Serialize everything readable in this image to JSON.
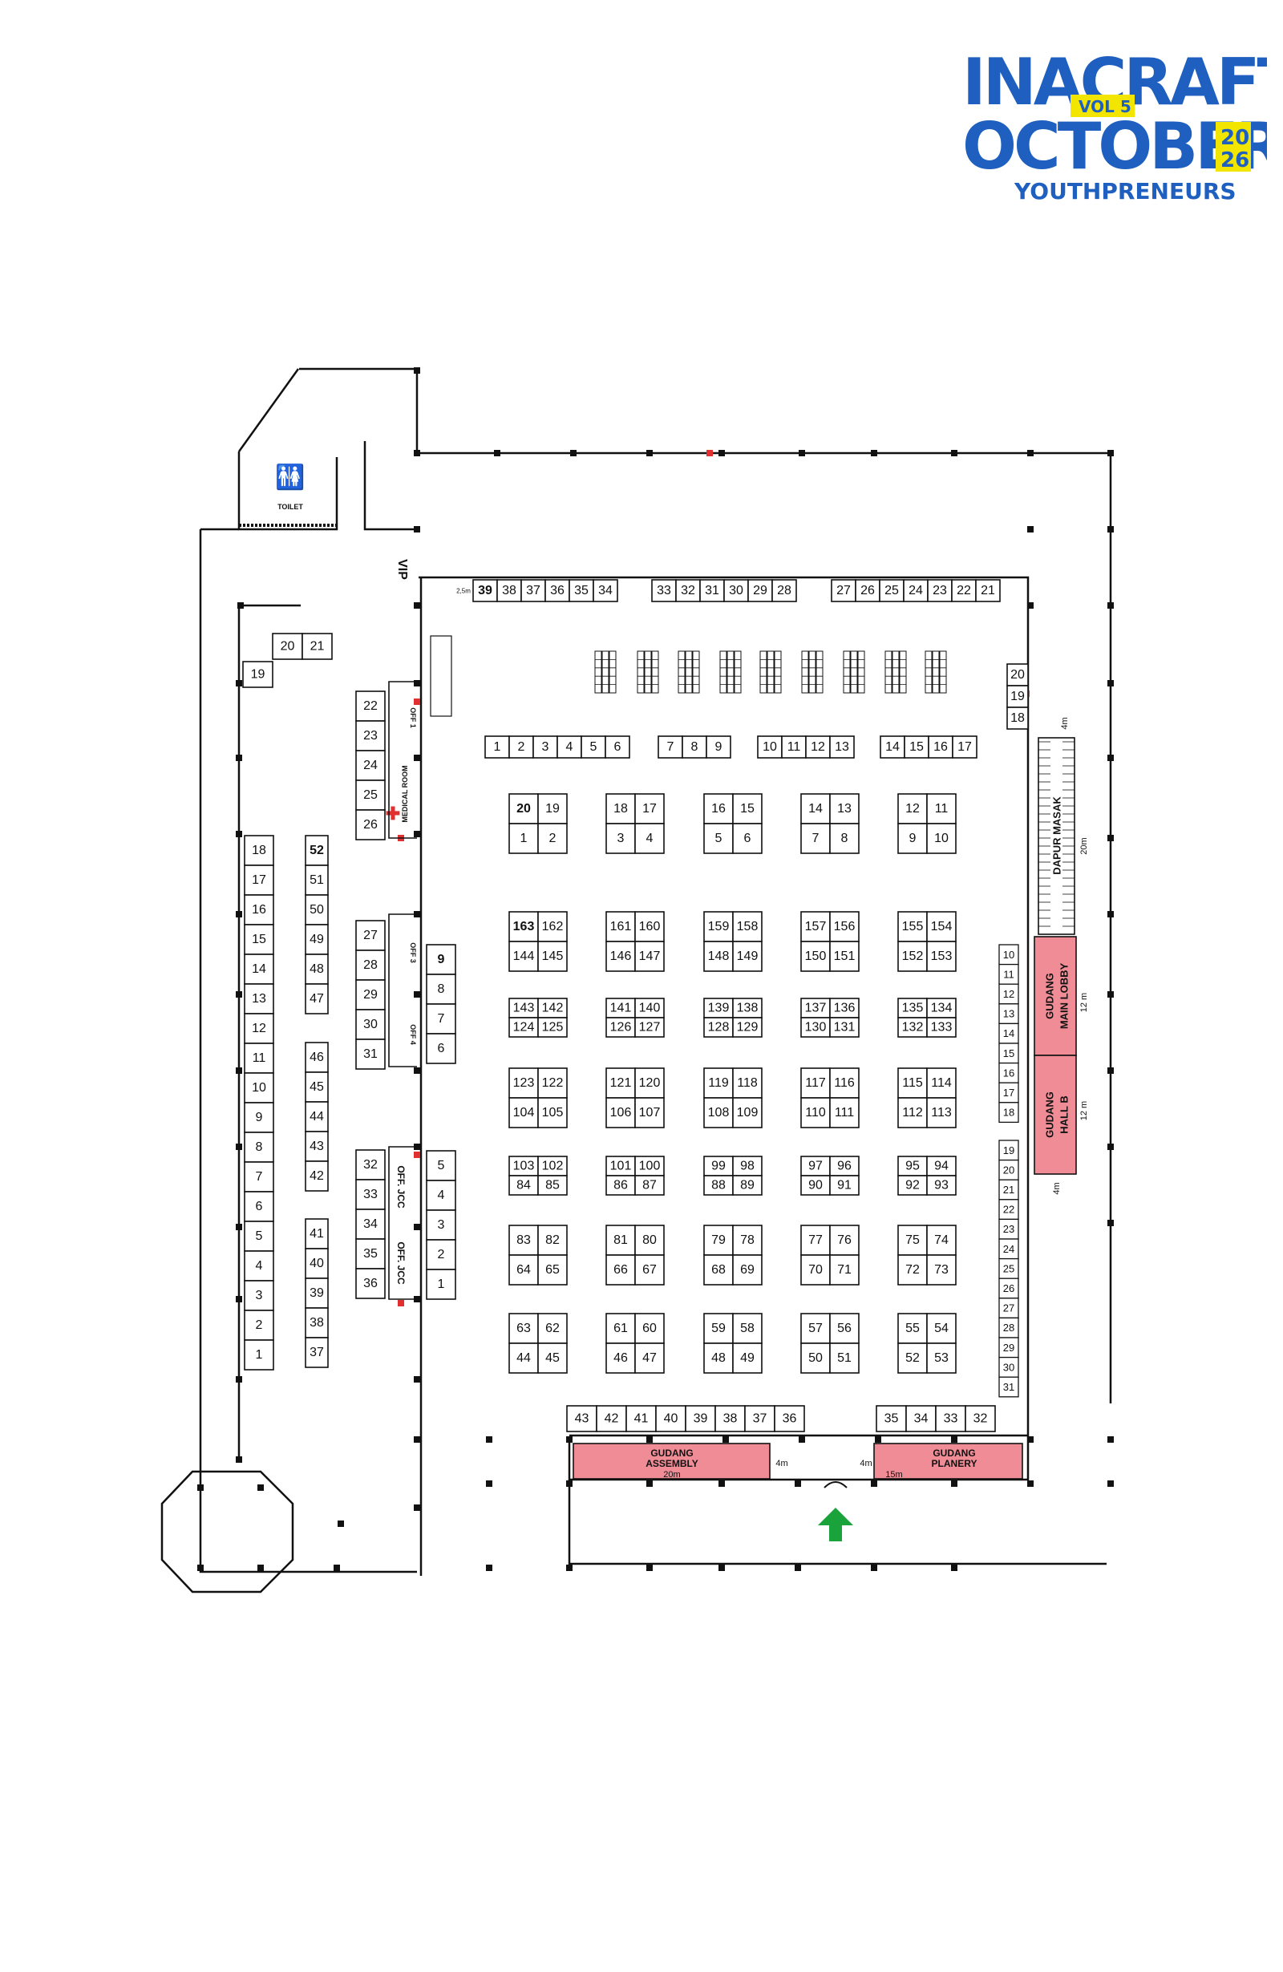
{
  "logo": {
    "title_line1": "INACRAFT",
    "title_line2": "OCTOBER",
    "volume": "VOL 5",
    "year_top": "20",
    "year_bottom": "26",
    "tagline": "YOUTHPRENEURS",
    "colors": {
      "blue": "#1e5fbf",
      "yellow": "#f2e600"
    }
  },
  "labels": {
    "vip": "VIP",
    "toilet": "TOILET",
    "medical_room": "MEDICAL ROOM",
    "off1": "OFF 1",
    "off3": "OFF 3",
    "off4": "OFF 4",
    "off_jcc_1": "OFF. JCC",
    "off_jcc_2": "OFF. JCC",
    "dapur_masak": "DAPUR MASAK",
    "gudang_main_lobby_1": "GUDANG",
    "gudang_main_lobby_2": "MAIN LOBBY",
    "gudang_hall_b_1": "GUDANG",
    "gudang_hall_b_2": "HALL B",
    "gudang_assembly_1": "GUDANG",
    "gudang_assembly_2": "ASSEMBLY",
    "gudang_assembly_dim": "20m",
    "gudang_planery_1": "GUDANG",
    "gudang_planery_2": "PLANERY",
    "gudang_planery_dim": "15m",
    "dim_4m_a": "4m",
    "dim_4m_b": "4m",
    "dim_4m_c": "4m",
    "dim_4m_d": "4m",
    "dim_20m": "20m",
    "dim_12m_a": "12 m",
    "dim_12m_b": "12 m",
    "dim_25m": "2,5m"
  },
  "colors": {
    "gudang": "#f08c96",
    "arrow": "#1aa33a",
    "door_marker": "#e03030",
    "medical_cross": "#e03030"
  },
  "icons": {
    "toilet": "toilet-people-icon",
    "entrance": "entrance-arrow-icon",
    "medical": "medical-cross-icon"
  }
}
